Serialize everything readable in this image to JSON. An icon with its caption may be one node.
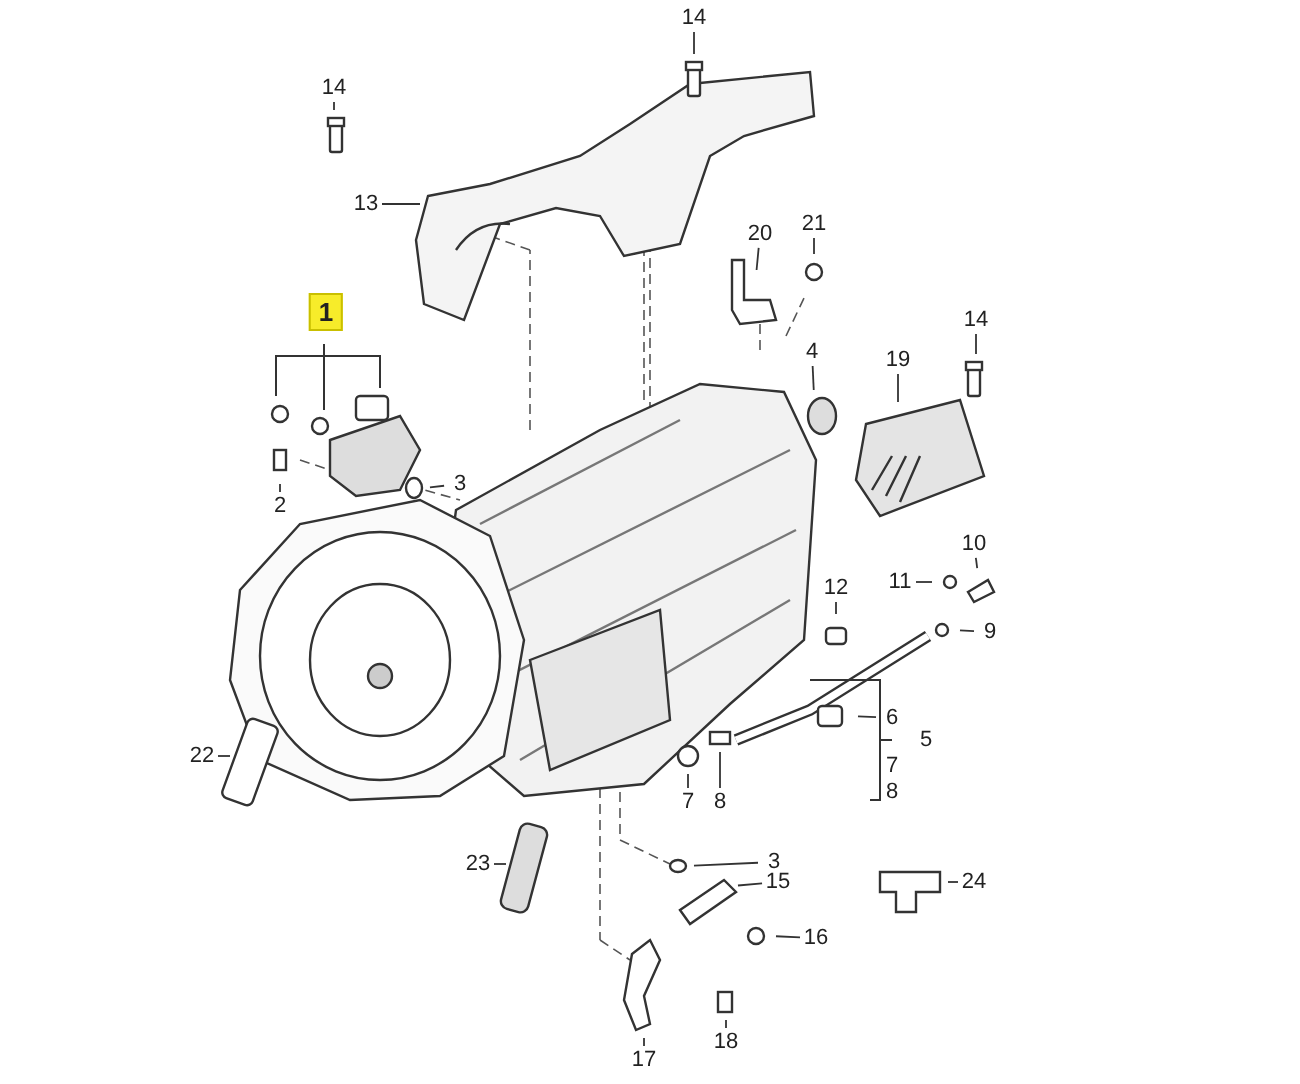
{
  "diagram": {
    "nodes": [
      {
        "text": [
          "14"
        ]
      },
      {
        "text": [
          "14"
        ]
      },
      {
        "text": [
          "13"
        ]
      },
      {
        "text": [
          "20"
        ]
      },
      {
        "text": [
          "21"
        ]
      },
      {
        "text": [
          "4"
        ]
      },
      {
        "text": [
          "19"
        ]
      },
      {
        "text": [
          "14"
        ]
      },
      {
        "text": [
          "3"
        ]
      },
      {
        "text": [
          "2"
        ]
      },
      {
        "text": [
          "10"
        ]
      },
      {
        "text": [
          "11"
        ]
      },
      {
        "text": [
          "9"
        ]
      },
      {
        "text": [
          "12"
        ]
      },
      {
        "text": [
          "6"
        ]
      },
      {
        "text": [
          "7"
        ]
      },
      {
        "text": [
          "8"
        ]
      },
      {
        "text": [
          "22"
        ]
      },
      {
        "text": [
          "23"
        ]
      },
      {
        "text": [
          "3"
        ]
      },
      {
        "text": [
          "15"
        ]
      },
      {
        "text": [
          "16"
        ]
      },
      {
        "text": [
          "24"
        ]
      },
      {
        "text": [
          "17"
        ]
      },
      {
        "text": [
          "18"
        ]
      }
    ],
    "edges": [
      {
        "from": 0,
        "to": null,
        "arrow": "none"
      },
      {
        "from": 1,
        "to": null,
        "arrow": "none"
      },
      {
        "from": 2,
        "to": null,
        "arrow": "none"
      },
      {
        "from": 3,
        "to": null,
        "arrow": "none"
      },
      {
        "from": 4,
        "to": null,
        "arrow": "none"
      },
      {
        "from": 5,
        "to": null,
        "arrow": "none"
      },
      {
        "from": 6,
        "to": null,
        "arrow": "none"
      },
      {
        "from": 7,
        "to": null,
        "arrow": "none"
      },
      {
        "from": 8,
        "to": null,
        "arrow": "none"
      },
      {
        "from": 9,
        "to": null,
        "arrow": "none"
      },
      {
        "from": 10,
        "to": null,
        "arrow": "none"
      },
      {
        "from": 11,
        "to": null,
        "arrow": "none"
      },
      {
        "from": 12,
        "to": null,
        "arrow": "none"
      },
      {
        "from": 13,
        "to": null,
        "arrow": "none"
      },
      {
        "from": 14,
        "to": null,
        "arrow": "none"
      },
      {
        "from": 15,
        "to": null,
        "arrow": "none"
      },
      {
        "from": 16,
        "to": null,
        "arrow": "none"
      },
      {
        "from": 17,
        "to": null,
        "arrow": "none"
      },
      {
        "from": 18,
        "to": null,
        "arrow": "none"
      },
      {
        "from": 19,
        "to": null,
        "arrow": "none"
      },
      {
        "from": 20,
        "to": null,
        "arrow": "none"
      },
      {
        "from": 21,
        "to": null,
        "arrow": "none"
      },
      {
        "from": 22,
        "to": null,
        "arrow": "none"
      },
      {
        "from": 23,
        "to": null,
        "arrow": "none"
      },
      {
        "from": 24,
        "to": null,
        "arrow": "none"
      }
    ],
    "labels": [
      "1",
      "5",
      "7",
      "8"
    ]
  }
}
